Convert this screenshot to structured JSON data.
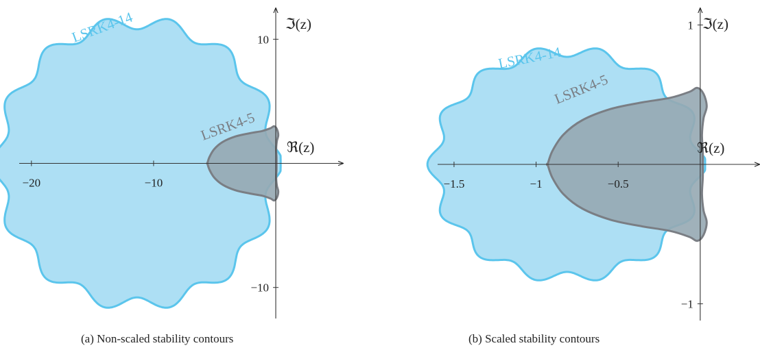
{
  "chart_data": [
    {
      "type": "area",
      "caption": "(a) Non-scaled stability contours",
      "xlabel": "ℜ(z)",
      "ylabel": "ℑ(z)",
      "xlim": [
        -21.0,
        5.5
      ],
      "ylim": [
        -12.5,
        12.5
      ],
      "xticks": [
        {
          "value": -20,
          "label": "−20"
        },
        {
          "value": -10,
          "label": "−10"
        }
      ],
      "yticks": [
        {
          "value": 10,
          "label": "10"
        },
        {
          "value": -10,
          "label": "−10"
        }
      ],
      "series": [
        {
          "name": "LSRK4-14",
          "color": "#5bc5ec",
          "fill": "#addff4",
          "base_radius": 11.35,
          "wave_amp": 0.55,
          "lobes": 14,
          "clip_right": 0.4
        },
        {
          "name": "LSRK4-5",
          "color": "#7a7e84",
          "fill": "#96a8b3",
          "left": -5.6,
          "right": 0.15,
          "half_height": 3.0
        }
      ]
    },
    {
      "type": "area",
      "caption": "(b) Scaled stability contours",
      "xlabel": "ℜ(z)",
      "ylabel": "ℑ(z)",
      "xlim": [
        -1.6,
        0.36
      ],
      "ylim": [
        -1.12,
        1.12
      ],
      "xticks": [
        {
          "value": -1.5,
          "label": "−1.5"
        },
        {
          "value": -1,
          "label": "−1"
        },
        {
          "value": -0.5,
          "label": "−0.5"
        }
      ],
      "yticks": [
        {
          "value": 1,
          "label": "1"
        },
        {
          "value": -1,
          "label": "−1"
        }
      ],
      "series": [
        {
          "name": "LSRK4-14",
          "color": "#5bc5ec",
          "fill": "#addff4",
          "base_radius": 0.811,
          "wave_amp": 0.04,
          "lobes": 14,
          "clip_right": 0.03
        },
        {
          "name": "LSRK4-5",
          "color": "#7a7e84",
          "fill": "#96a8b3",
          "left": -0.93,
          "right": 0.03,
          "half_height": 0.55
        }
      ]
    }
  ]
}
